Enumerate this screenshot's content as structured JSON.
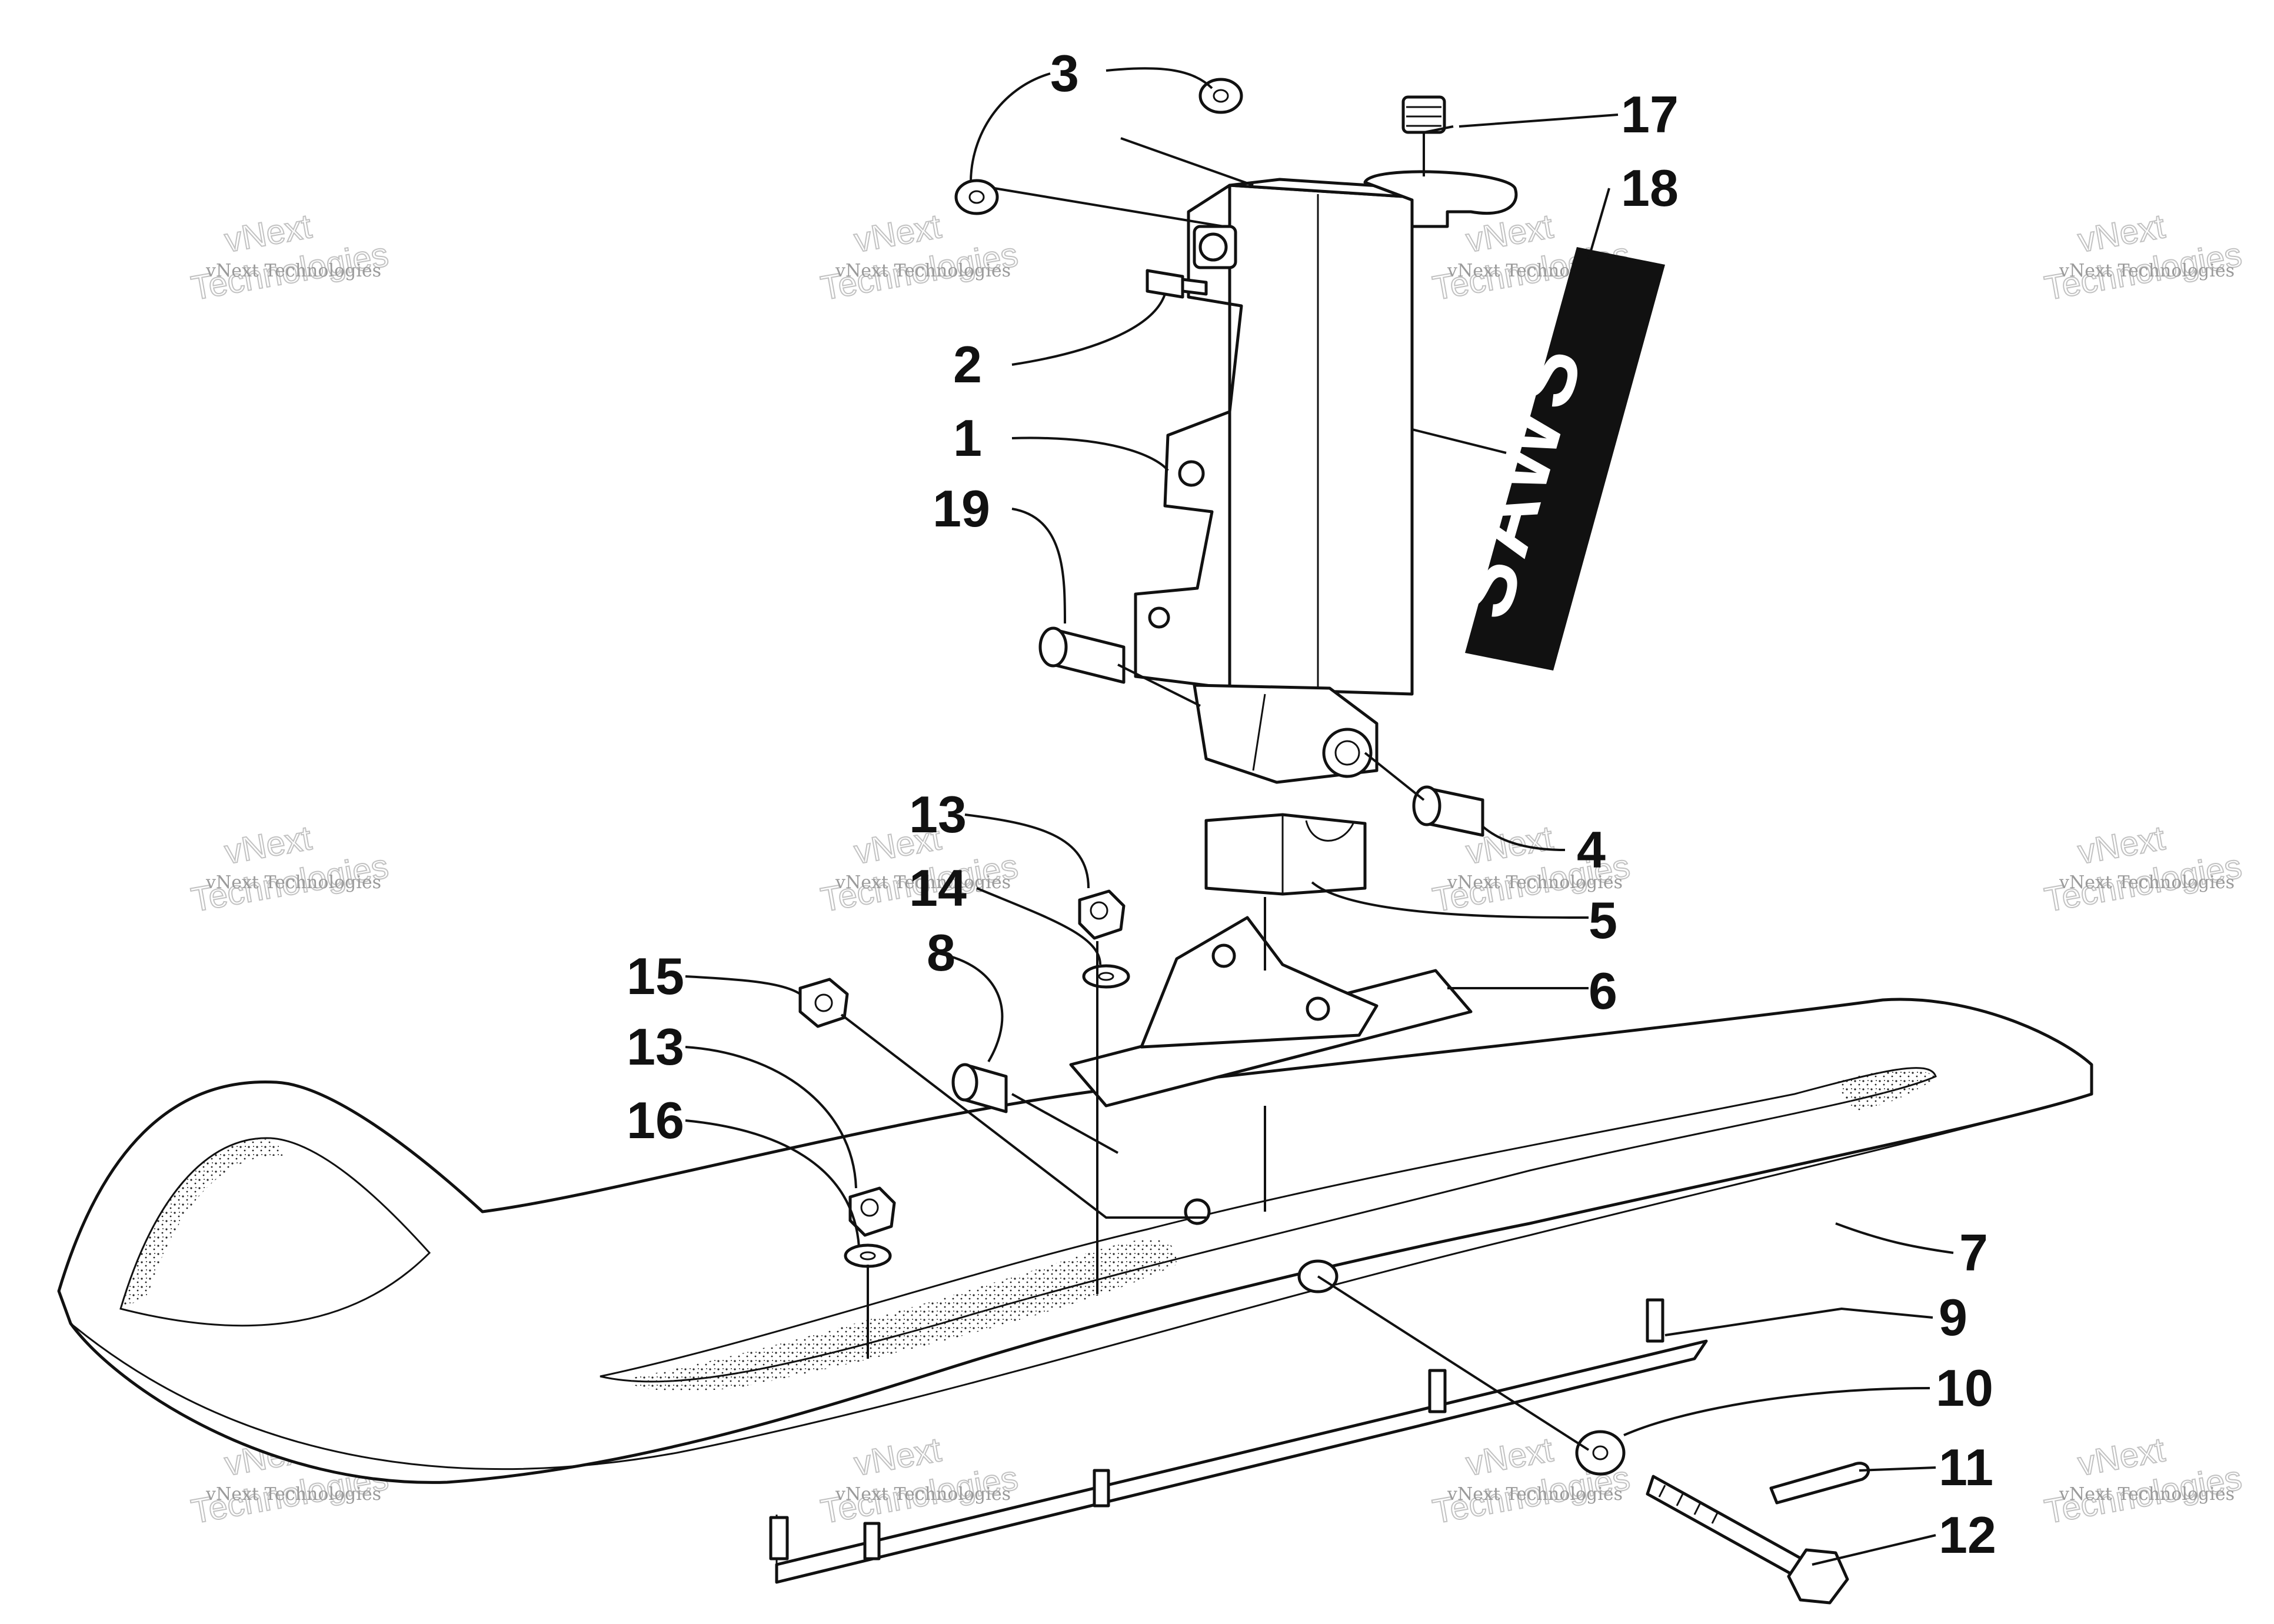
{
  "diagram": {
    "watermark_small": "vNext Technologies",
    "watermark_large_line1": "vNext",
    "watermark_large_line2": "Technologies",
    "decal_text": "SAWS",
    "callouts": [
      {
        "id": "c1",
        "label": "1"
      },
      {
        "id": "c2",
        "label": "2"
      },
      {
        "id": "c3",
        "label": "3"
      },
      {
        "id": "c4",
        "label": "4"
      },
      {
        "id": "c5",
        "label": "5"
      },
      {
        "id": "c6",
        "label": "6"
      },
      {
        "id": "c7",
        "label": "7"
      },
      {
        "id": "c8",
        "label": "8"
      },
      {
        "id": "c9",
        "label": "9"
      },
      {
        "id": "c10",
        "label": "10"
      },
      {
        "id": "c11",
        "label": "11"
      },
      {
        "id": "c12",
        "label": "12"
      },
      {
        "id": "c13a",
        "label": "13"
      },
      {
        "id": "c13b",
        "label": "13"
      },
      {
        "id": "c14",
        "label": "14"
      },
      {
        "id": "c15",
        "label": "15"
      },
      {
        "id": "c16",
        "label": "16"
      },
      {
        "id": "c17",
        "label": "17"
      },
      {
        "id": "c18",
        "label": "18"
      },
      {
        "id": "c19",
        "label": "19"
      }
    ]
  }
}
